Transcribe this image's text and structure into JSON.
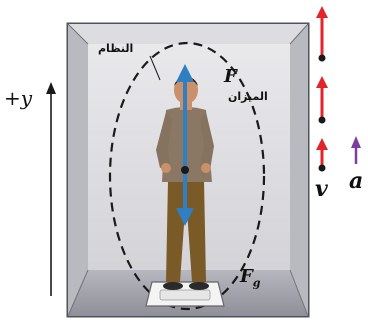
{
  "labels": {
    "system": "النظام",
    "scale": "الميزان",
    "f_scale": "F",
    "f_g_main": "F",
    "f_g_sub": "g",
    "axis": "+y",
    "velocity": "v",
    "acceleration": "a"
  },
  "colors": {
    "force_arrow": "#2f7fc1",
    "velocity_arrow": "#e0262a",
    "acceleration_arrow": "#7a3fa0",
    "elevator_wall": "#d9d9dd",
    "elevator_frame": "#555a60"
  },
  "icons": {
    "person": "person-figure",
    "scale": "bathroom-scale"
  }
}
